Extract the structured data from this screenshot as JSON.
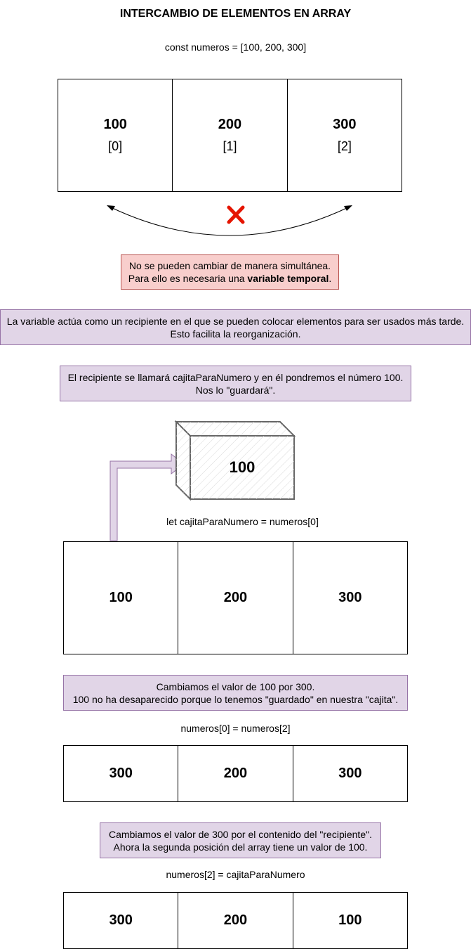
{
  "title": "INTERCAMBIO DE ELEMENTOS EN ARRAY",
  "code_declaration": "const numeros = [100, 200, 300]",
  "array_initial": [
    {
      "value": "100",
      "index": "[0]"
    },
    {
      "value": "200",
      "index": "[1]"
    },
    {
      "value": "300",
      "index": "[2]"
    }
  ],
  "note_simultaneous": {
    "line1": "No se pueden cambiar de manera simultánea.",
    "line2_prefix": "Para ello es necesaria una ",
    "line2_bold": "variable temporal",
    "line2_suffix": "."
  },
  "note_variable": {
    "line1": "La variable actúa como un recipiente en el que se pueden colocar elementos para ser usados más tarde.",
    "line2": "Esto facilita la reorganización."
  },
  "note_container": {
    "line1": "El recipiente se llamará cajitaParaNumero y en él pondremos el número 100.",
    "line2": "Nos lo \"guardará\"."
  },
  "box_value": "100",
  "code_let": "let cajitaParaNumero = numeros[0]",
  "array_step1": [
    "100",
    "200",
    "300"
  ],
  "note_change1": {
    "line1": "Cambiamos el valor de 100 por 300.",
    "line2": "100 no ha desaparecido porque lo tenemos \"guardado\" en nuestra \"cajita\"."
  },
  "code_assign1": "numeros[0] = numeros[2]",
  "array_step2": [
    "300",
    "200",
    "300"
  ],
  "note_change2": {
    "line1": "Cambiamos el valor de 300 por el contenido del \"recipiente\".",
    "line2": "Ahora la segunda posición del array tiene un valor de 100."
  },
  "code_assign2": "numeros[2] = cajitaParaNumero",
  "array_step3": [
    "300",
    "200",
    "100"
  ],
  "colors": {
    "note_red_fill": "#f8cecc",
    "note_red_border": "#b85450",
    "note_purple_fill": "#e1d5e7",
    "note_purple_border": "#9673a6",
    "cross": "#e51400"
  },
  "icons": [
    "cross-icon",
    "curved-double-arrow",
    "box-3d",
    "bent-arrow"
  ]
}
